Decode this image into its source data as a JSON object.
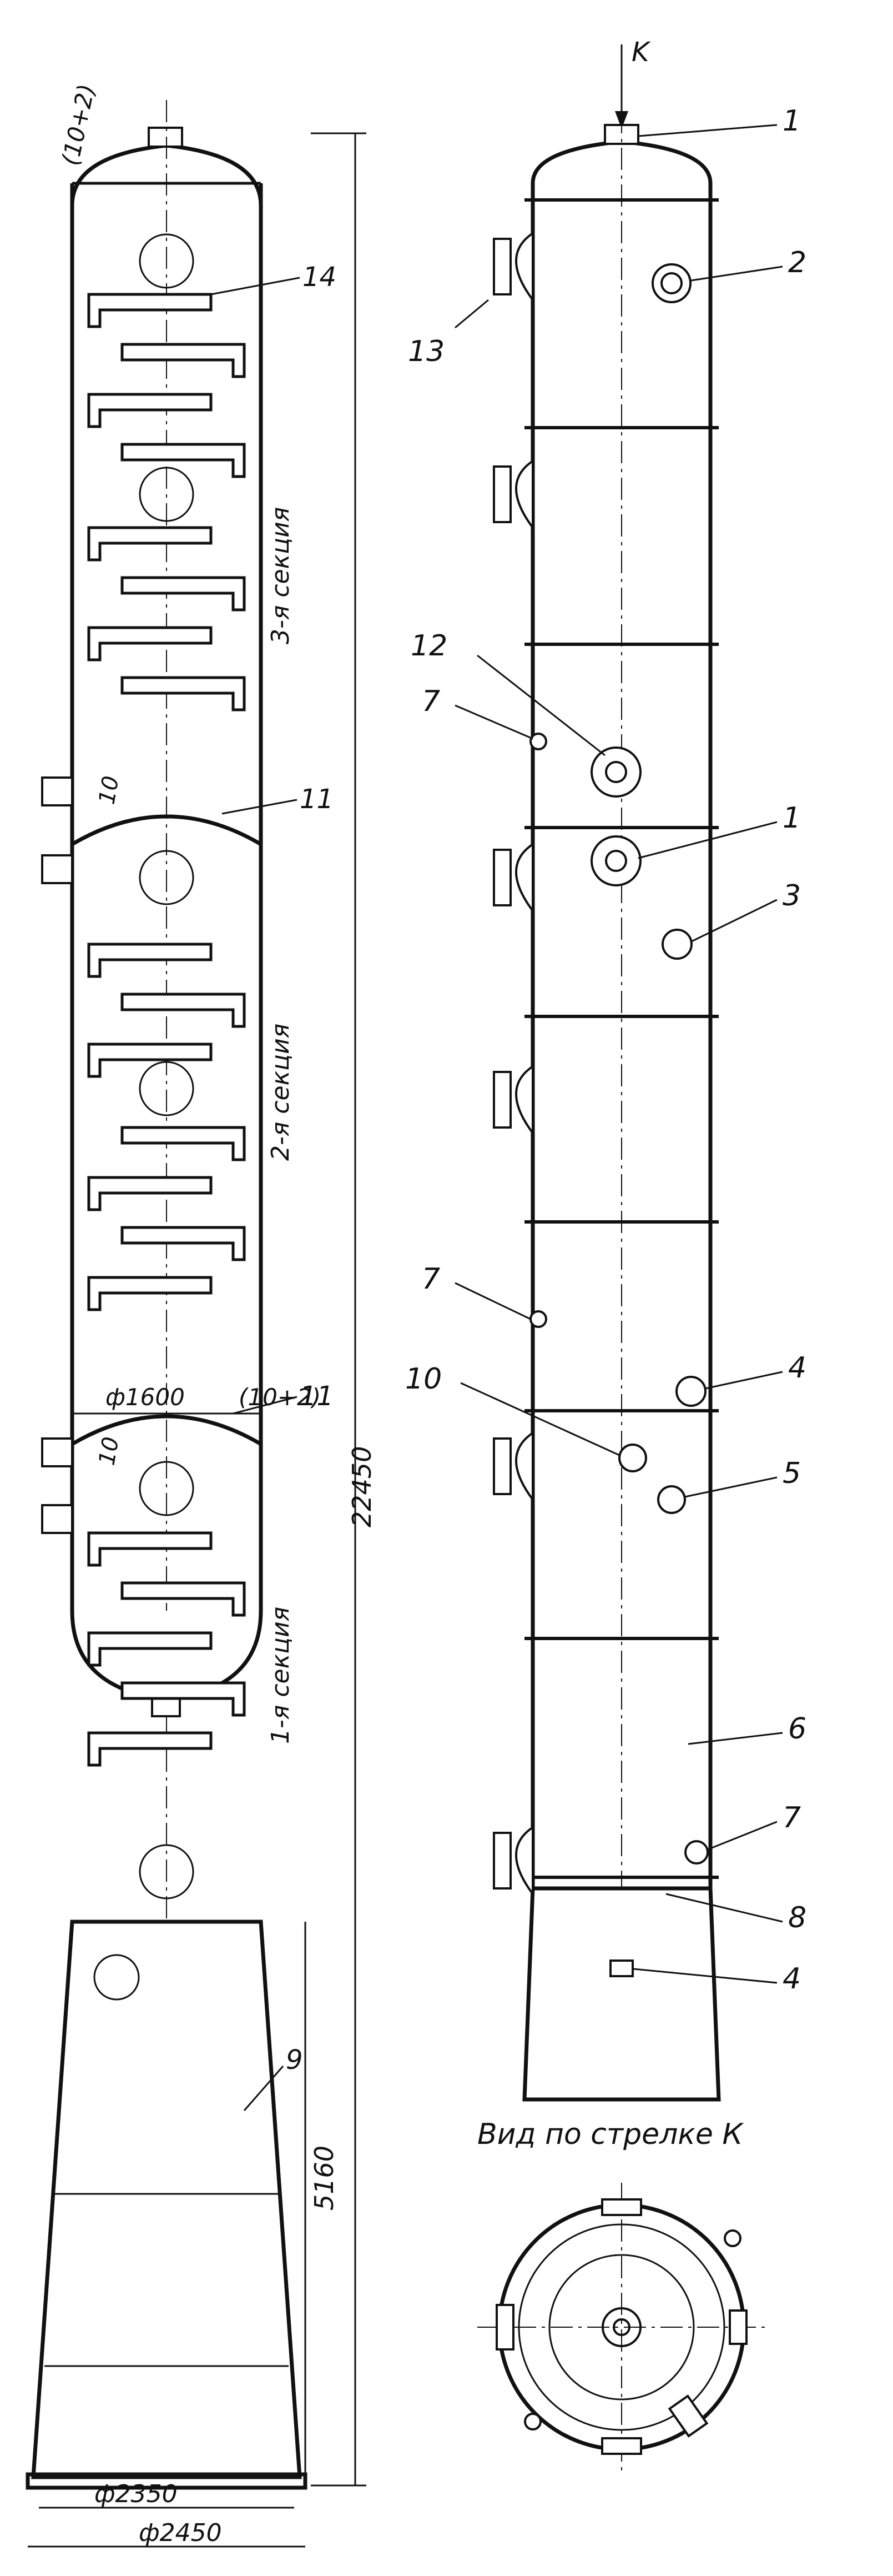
{
  "left_view": {
    "dims": {
      "top_gap": "(10+2)",
      "mid_gap": "(10+2)",
      "diameter_shell": "ф1600",
      "height_total": "22450",
      "height_skirt": "5160",
      "diameter_base_inner": "ф2350",
      "diameter_base_outer": "ф2450"
    },
    "sections": {
      "s3": "3-я секция",
      "s2": "2-я секция",
      "s1": "1-я секция"
    },
    "manhole_labels": {
      "m_top": "10",
      "m_mid": "10"
    },
    "callouts": {
      "c14": "14",
      "c11a": "11",
      "c11b": "11",
      "c9": "9"
    }
  },
  "right_view": {
    "arrow_label": "K",
    "callouts": {
      "c1a": "1",
      "c2": "2",
      "c13": "13",
      "c12": "12",
      "c7a": "7",
      "c1b": "1",
      "c3": "3",
      "c7b": "7",
      "c4a": "4",
      "c10": "10",
      "c5": "5",
      "c6": "6",
      "c7c": "7",
      "c8": "8",
      "c4b": "4"
    },
    "view_title": "Вид по стрелке К"
  }
}
